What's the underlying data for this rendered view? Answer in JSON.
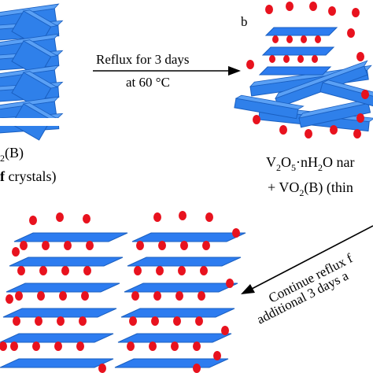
{
  "panel_b_letter": "b",
  "step1": {
    "line1": "Reflux for 3 days",
    "line2": "at 60 °C"
  },
  "left_caption": {
    "line1_main": "",
    "line1_sub": "2",
    "line1_tail": "(B)",
    "line2_bold": "f",
    "line2_tail": " crystals)"
  },
  "right_caption": {
    "line1_v": "V",
    "line1_sub1": "2",
    "line1_o": "O",
    "line1_sub2": "5",
    "line1_tail": "·nH",
    "line1_sub3": "2",
    "line1_tail2": "O nar",
    "line2_prefix": "+  VO",
    "line2_sub": "2",
    "line2_tail": "(B) (thin"
  },
  "step2": {
    "line1": "Continue reflux f",
    "line2": "additional 3 days a"
  },
  "colors": {
    "crystal_blue": "#2f80ea",
    "crystal_edge": "#1a5fc0",
    "sheet_blue": "#2d7cf0",
    "ion_red": "#e8121e",
    "arrow": "#000000"
  }
}
